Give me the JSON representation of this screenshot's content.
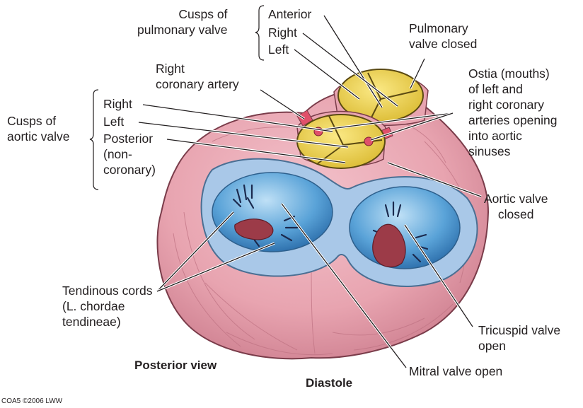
{
  "colors": {
    "muscle": "#e8a4b0",
    "muscle_dark": "#c9798a",
    "valve_ring": "#a9c8e8",
    "orifice": "#3a86c8",
    "semilunar": "#f2d64a",
    "cusp_tissue": "#9c3b48",
    "ostium": "#e0506a"
  },
  "labels": {
    "cusps_pulmonary": [
      "Cusps of",
      "pulmonary valve"
    ],
    "pulm_anterior": "Anterior",
    "pulm_right": "Right",
    "pulm_left": "Left",
    "pulmonary_closed": [
      "Pulmonary",
      "valve closed"
    ],
    "right_coronary_artery": [
      "Right",
      "coronary artery"
    ],
    "ostia": [
      "Ostia (mouths)",
      "of left and",
      "right coronary",
      "arteries opening",
      "into aortic",
      "sinuses"
    ],
    "cusps_aortic": [
      "Cusps of",
      "aortic valve"
    ],
    "aortic_right": "Right",
    "aortic_left": "Left",
    "aortic_posterior": [
      "Posterior",
      "(non-",
      "coronary)"
    ],
    "aortic_closed": [
      "Aortic valve",
      "closed"
    ],
    "tendinous": [
      "Tendinous cords",
      "(L. chordae",
      "tendineae)"
    ],
    "tricuspid_open": [
      "Tricuspid valve",
      "open"
    ],
    "mitral_open": "Mitral valve open",
    "posterior_view": "Posterior view",
    "diastole": "Diastole",
    "copyright": "COA5 ©2006 LWW"
  }
}
